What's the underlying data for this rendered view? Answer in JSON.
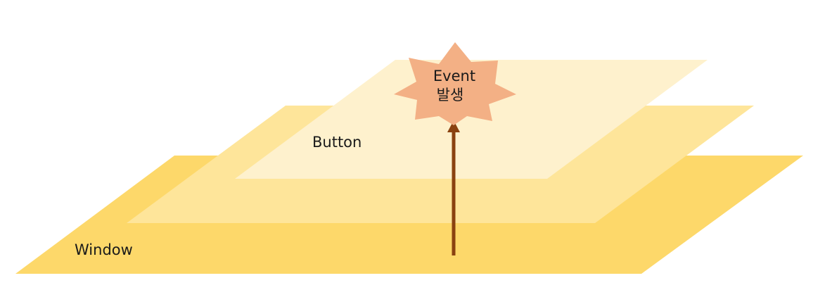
{
  "layers": {
    "window": {
      "label": "Window",
      "color": "#fdd86a"
    },
    "middle": {
      "label": "",
      "color": "#fee59a"
    },
    "button": {
      "label": "Button",
      "color": "#fef1cd"
    }
  },
  "event": {
    "line1": "Event",
    "line2": "발생",
    "color": "#f3b085"
  },
  "arrow": {
    "color": "#8a4210",
    "direction": "up"
  }
}
